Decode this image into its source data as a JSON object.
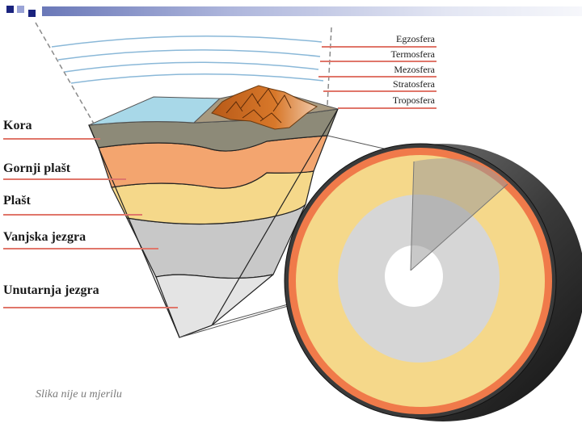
{
  "atmosphere_layers": [
    "Egzosfera",
    "Termosfera",
    "Mezosfera",
    "Stratosfera",
    "Troposfera"
  ],
  "earth_layers": [
    "Kora",
    "Gornji plašt",
    "Plašt",
    "Vanjska jezgra",
    "Unutarnja jezgra"
  ],
  "caption": "Slika nije u mjerilu",
  "colors": {
    "header_square_dark": "#1a237e",
    "header_square_light": "#9aa3d6",
    "label_line": "#e0766a",
    "crust": "#8d8a78",
    "upper_mantle": "#f3a56f",
    "mantle": "#f5d88a",
    "outer_core": "#c8c8c8",
    "inner_core": "#e4e4e4",
    "ocean": "#a8d8e8",
    "mountains": "#c86820",
    "atmosphere_lines": "#8ab8d8"
  }
}
